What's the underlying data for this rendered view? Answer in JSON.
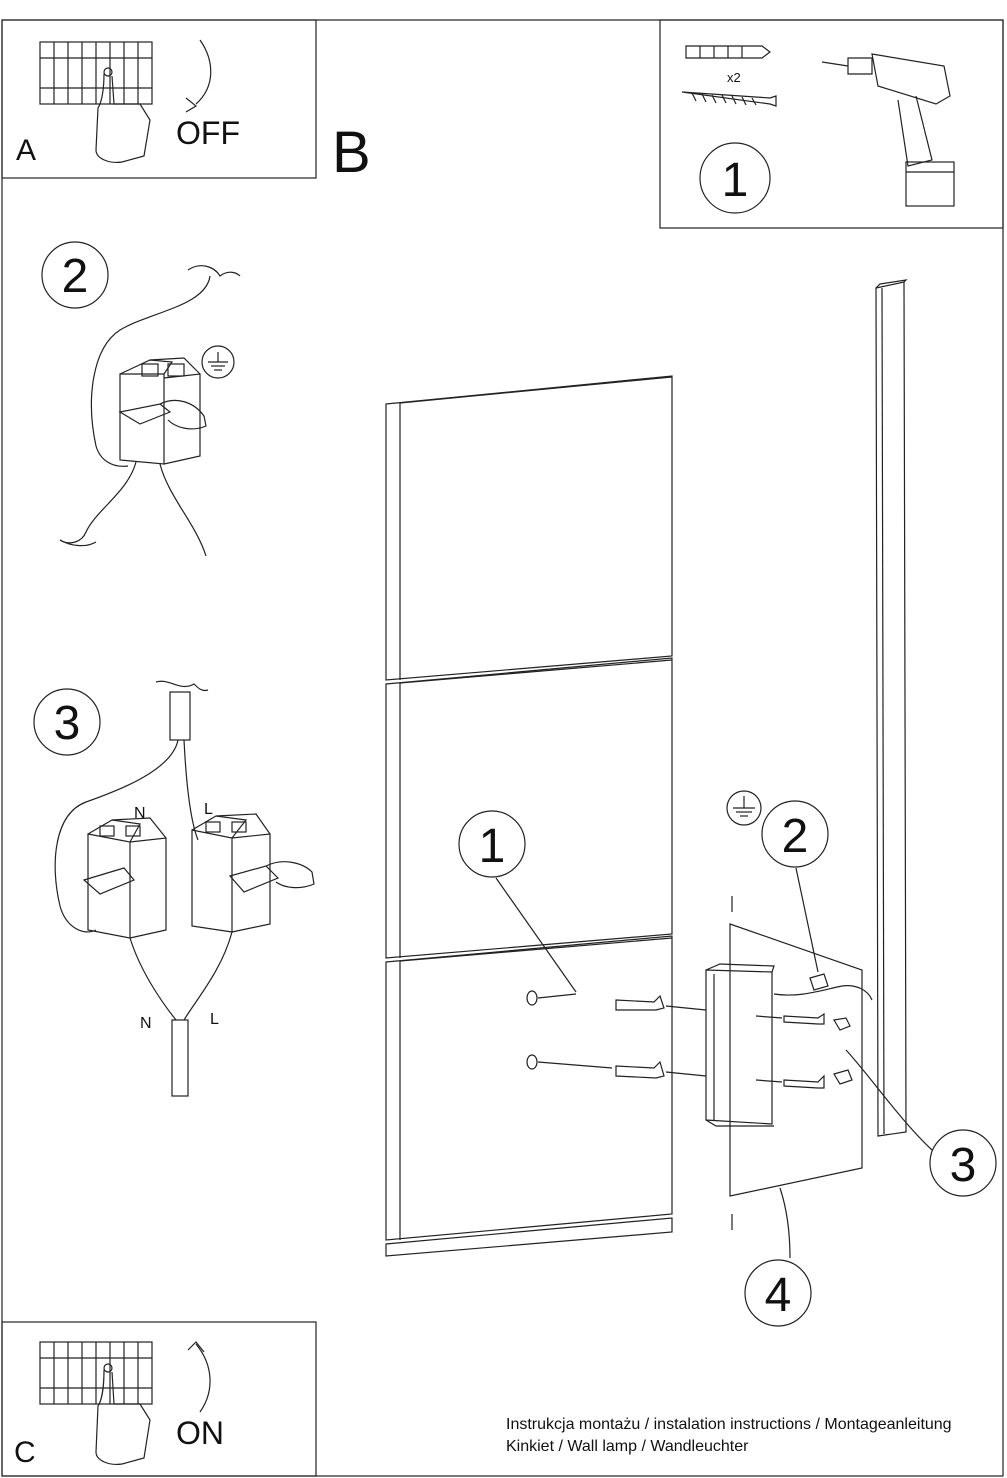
{
  "panel_a": {
    "letter": "A",
    "action": "OFF"
  },
  "panel_b": {
    "letter": "B"
  },
  "panel_c": {
    "letter": "C",
    "action": "ON"
  },
  "tools": {
    "step": "1",
    "quantity": "x2"
  },
  "step2": {
    "number": "2"
  },
  "step3": {
    "number": "3",
    "label_n": "N",
    "label_l": "L",
    "label_n2": "N",
    "label_l2": "L"
  },
  "assembly": {
    "callout_1": "1",
    "callout_2": "2",
    "callout_3": "3",
    "callout_4": "4"
  },
  "footer": {
    "line1": "Instrukcja montażu / instalation instructions / Montageanleitung",
    "line2": "Kinkiet / Wall lamp / Wandleuchter"
  }
}
